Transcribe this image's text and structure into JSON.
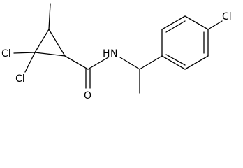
{
  "atom_labels": {
    "cl_upper": "Cl",
    "cl_lower": "Cl",
    "amide_n": "N",
    "amide_h": "H",
    "carbonyl_o": "O",
    "aryl_cl": "Cl"
  }
}
